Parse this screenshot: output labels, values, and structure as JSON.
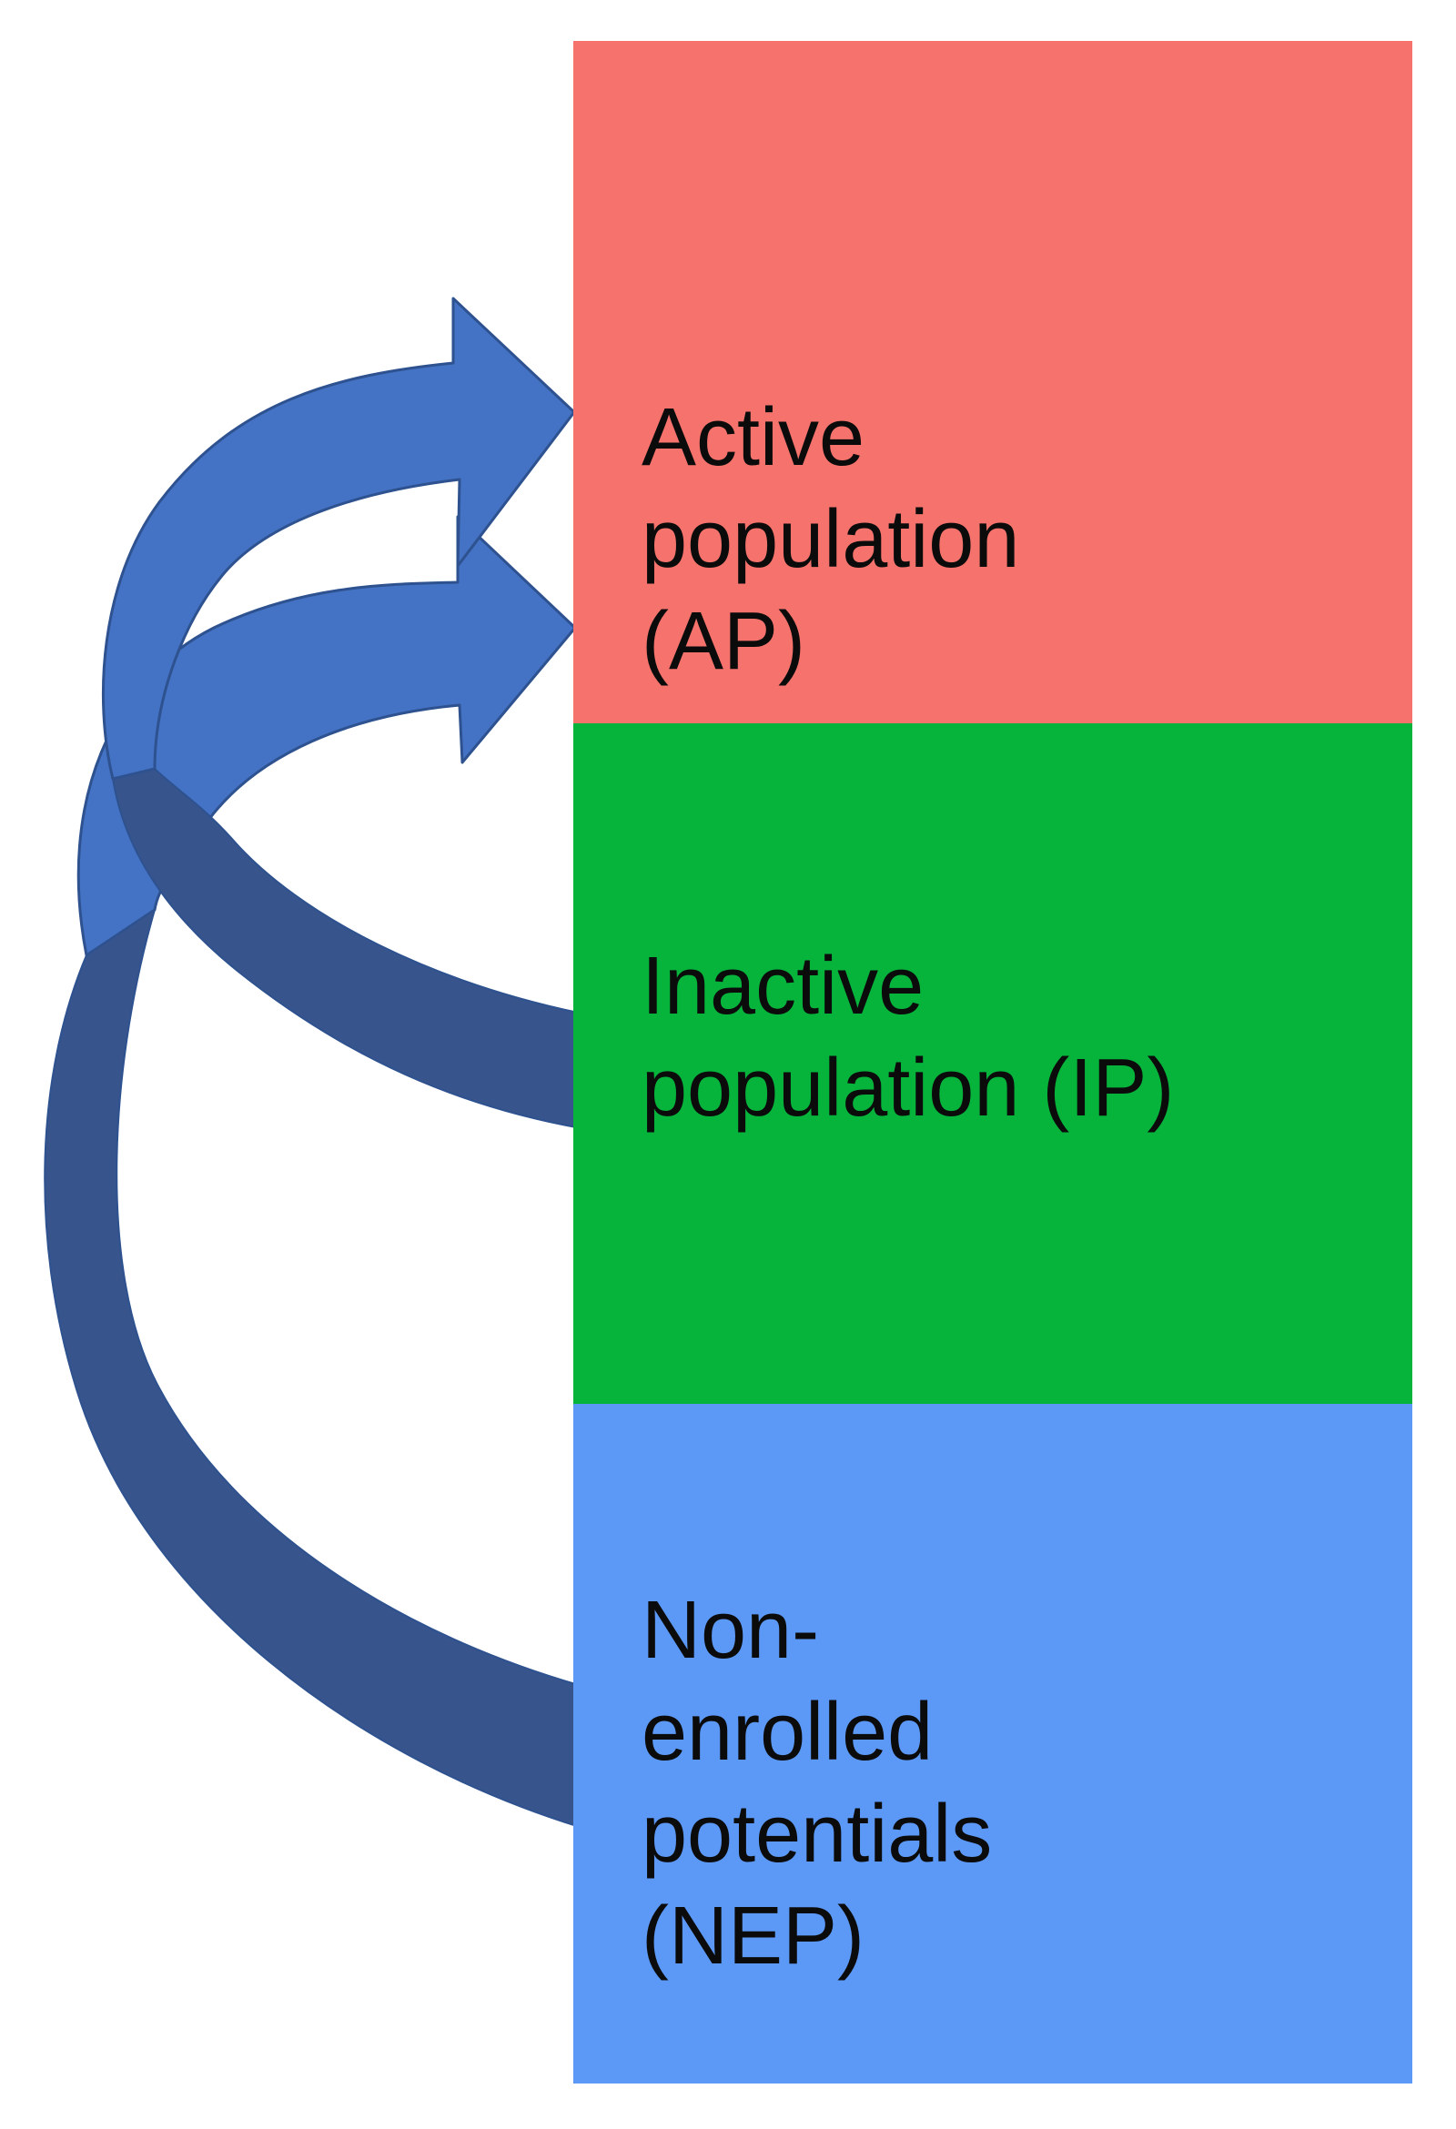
{
  "diagram": {
    "background": "#ffffff",
    "text_color": "#0b0b0b",
    "blocks": [
      {
        "name": "active-population",
        "abbr": "AP",
        "full_label": "Active population (AP)",
        "color": "#f5736c",
        "lines": [
          "Active",
          "population",
          "(AP)"
        ]
      },
      {
        "name": "inactive-population",
        "abbr": "IP",
        "full_label": "Inactive population (IP)",
        "color": "#06b43c",
        "lines": [
          "Inactive",
          "population (IP)"
        ]
      },
      {
        "name": "non-enrolled-potentials",
        "abbr": "NEP",
        "full_label": "Non-enrolled potentials (NEP)",
        "color": "#5c99f7",
        "lines": [
          "Non-",
          "enrolled",
          "potentials",
          "(NEP)"
        ]
      }
    ],
    "arrows": [
      {
        "name": "ip-to-ap",
        "from": "IP",
        "to": "AP",
        "body_fill": "#4472c4",
        "tail_fill": "#37548c",
        "outline": "#2e528f"
      },
      {
        "name": "nep-to-ap",
        "from": "NEP",
        "to": "AP",
        "body_fill": "#4472c4",
        "tail_fill": "#37548c",
        "outline": "#2e528f"
      }
    ]
  }
}
